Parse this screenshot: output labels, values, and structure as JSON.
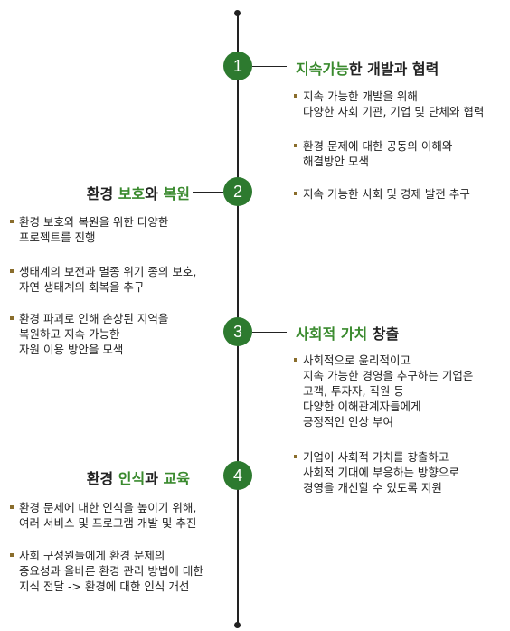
{
  "items": [
    {
      "num": "1",
      "title": [
        {
          "t": "지속가능",
          "g": true
        },
        {
          "t": "한 개발과 협력",
          "g": false
        }
      ],
      "bullets": [
        [
          "지속 가능한 개발을 위해",
          "다양한 사회 기관, 기업 및 단체와 협력"
        ],
        [
          "환경 문제에 대한 공동의 이해와",
          "해결방안 모색"
        ],
        [
          "지속 가능한 사회 및 경제 발전 추구"
        ]
      ]
    },
    {
      "num": "2",
      "title": [
        {
          "t": "환경 ",
          "g": false
        },
        {
          "t": "보호",
          "g": true
        },
        {
          "t": "와 ",
          "g": false
        },
        {
          "t": "복원",
          "g": true
        }
      ],
      "bullets": [
        [
          "환경 보호와 복원을 위한 다양한",
          "프로젝트를 진행"
        ],
        [
          "생태계의 보전과 멸종 위기 종의 보호,",
          "자연 생태계의 회복을 추구"
        ],
        [
          "환경 파괴로 인해 손상된 지역을",
          "복원하고 지속 가능한",
          "자원 이용 방안을 모색"
        ]
      ]
    },
    {
      "num": "3",
      "title": [
        {
          "t": "사회적 가치",
          "g": true
        },
        {
          "t": " 창출",
          "g": false
        }
      ],
      "bullets": [
        [
          "사회적으로 윤리적이고",
          "지속 가능한 경영을 추구하는 기업은",
          "고객, 투자자, 직원 등",
          "다양한 이해관계자들에게",
          "긍정적인 인상 부여"
        ],
        [
          "기업이 사회적 가치를 창출하고",
          "사회적 기대에  부응하는 방향으로",
          "경영을 개선할 수 있도록 지원"
        ]
      ]
    },
    {
      "num": "4",
      "title": [
        {
          "t": "환경 ",
          "g": false
        },
        {
          "t": "인식",
          "g": true
        },
        {
          "t": "과 ",
          "g": false
        },
        {
          "t": "교육",
          "g": true
        }
      ],
      "bullets": [
        [
          "환경 문제에 대한 인식을 높이기 위해,",
          "여러 서비스 및 프로그램 개발 및 추진"
        ],
        [
          "사회 구성원들에게 환경 문제의",
          "중요성과 올바른 환경 관리 방법에 대한",
          "지식 전달  -> 환경에 대한 인식 개선"
        ]
      ]
    }
  ],
  "colors": {
    "node": "#2d7a2f",
    "highlight": "#3a8a2e",
    "bullet": "#8a6d2c"
  }
}
